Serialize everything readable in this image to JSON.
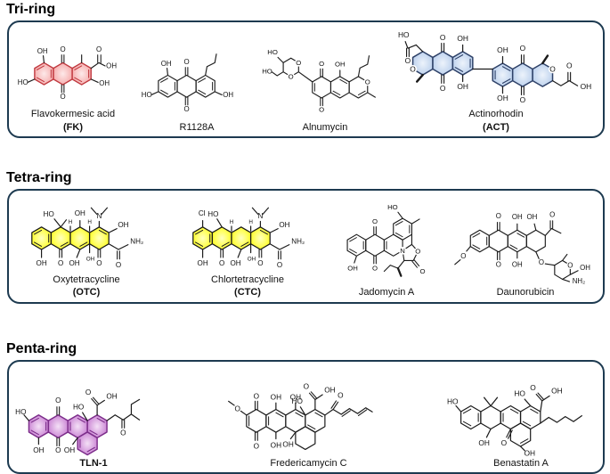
{
  "figure": {
    "sections": [
      {
        "title": "Tri-ring",
        "compounds": [
          {
            "name": "Flavokermesic acid",
            "abbr": "(FK)",
            "highlight": "pink"
          },
          {
            "name": "R1128A",
            "abbr": "",
            "highlight": "none"
          },
          {
            "name": "Alnumycin",
            "abbr": "",
            "highlight": "none"
          },
          {
            "name": "Actinorhodin",
            "abbr": "(ACT)",
            "highlight": "blue"
          }
        ]
      },
      {
        "title": "Tetra-ring",
        "compounds": [
          {
            "name": "Oxytetracycline",
            "abbr": "(OTC)",
            "highlight": "yellow"
          },
          {
            "name": "Chlortetracycline",
            "abbr": "(CTC)",
            "highlight": "yellow"
          },
          {
            "name": "Jadomycin A",
            "abbr": "",
            "highlight": "none"
          },
          {
            "name": "Daunorubicin",
            "abbr": "",
            "highlight": "none"
          }
        ]
      },
      {
        "title": "Penta-ring",
        "compounds": [
          {
            "name": "TLN-1",
            "abbr": "",
            "highlight": "purple"
          },
          {
            "name": "Fredericamycin C",
            "abbr": "",
            "highlight": "none"
          },
          {
            "name": "Benastatin A",
            "abbr": "",
            "highlight": "none"
          }
        ]
      }
    ]
  },
  "atoms": {
    "oh": "OH",
    "ho": "HO",
    "o": "O",
    "n": "N",
    "cl": "Cl",
    "h": "H",
    "nh2": "NH₂"
  },
  "colors": {
    "panel_border": "#1d3a50",
    "fk_fill": "#f9bdbd",
    "fk_stroke": "#c0393f",
    "act_fill": "#cddcf2",
    "act_stroke": "#2e4168",
    "tc_fill": "#ffff40",
    "tc_stroke": "#1a1a1a",
    "tln_fill": "#dba8e0",
    "tln_stroke": "#7c2d8a",
    "bond": "#1a1a1a"
  }
}
